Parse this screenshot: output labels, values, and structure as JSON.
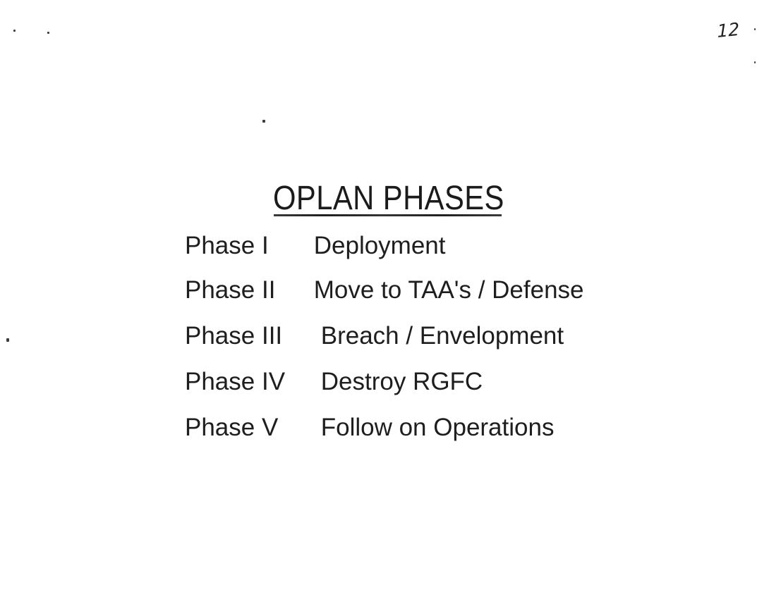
{
  "page": {
    "page_number": "12",
    "title": "OPLAN PHASES",
    "phases": [
      {
        "label": "Phase I",
        "description": "Deployment"
      },
      {
        "label": "Phase II",
        "description": "Move to TAA's / Defense"
      },
      {
        "label": "Phase III",
        "description": "Breach / Envelopment"
      },
      {
        "label": "Phase IV",
        "description": "Destroy RGFC"
      },
      {
        "label": "Phase V",
        "description": "Follow on Operations"
      }
    ],
    "colors": {
      "ink": "#1e1e1e",
      "paper": "#ffffff"
    }
  }
}
